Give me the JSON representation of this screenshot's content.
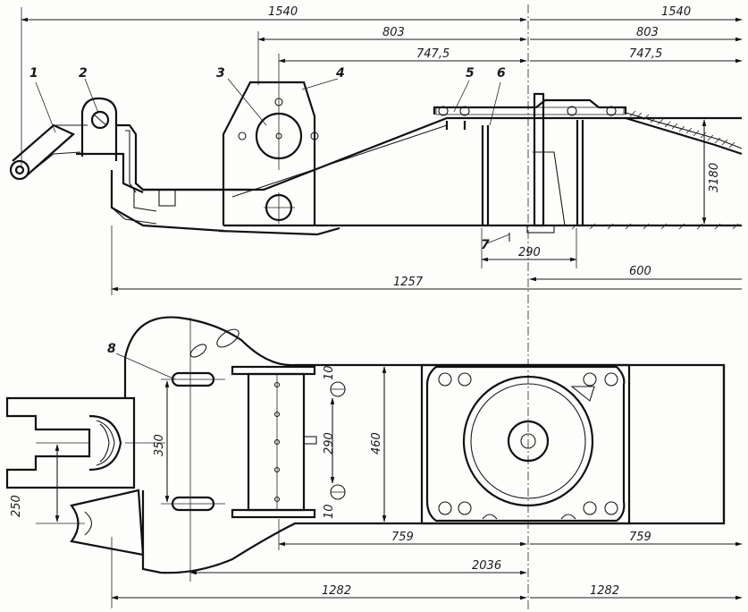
{
  "dimensions": {
    "top_left_1540": "1540",
    "top_right_1540": "1540",
    "left_803": "803",
    "right_803": "803",
    "left_747": "747,5",
    "right_747": "747,5",
    "d290_top": "290",
    "d600": "600",
    "d1257": "1257",
    "d10_top": "10",
    "d290_plan": "290",
    "d10_bottom": "10",
    "d350": "350",
    "d460": "460",
    "d250": "250",
    "d759_left": "759",
    "d759_right": "759",
    "d2036": "2036",
    "d1282_left": "1282",
    "d1282_right": "1282",
    "d3180": "3180"
  },
  "callouts": {
    "c1": "1",
    "c2": "2",
    "c3": "3",
    "c4": "4",
    "c5": "5",
    "c6": "6",
    "c7": "7",
    "c8": "8"
  }
}
